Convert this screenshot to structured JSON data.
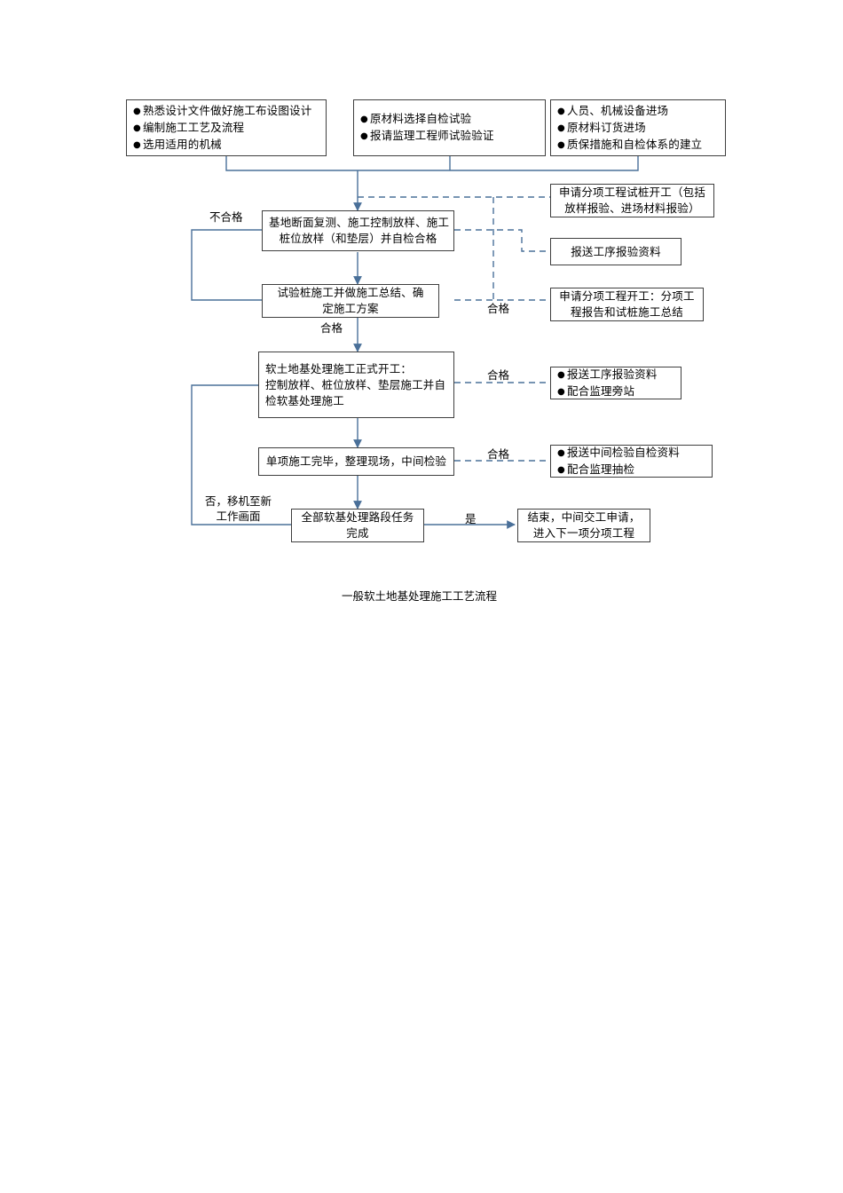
{
  "diagram": {
    "caption": "一般软土地基处理施工工艺流程",
    "colors": {
      "connector": "#4a7099",
      "box_border": "#3f3f3f",
      "text": "#000000",
      "background": "#ffffff"
    }
  },
  "nodes": {
    "prep_design": {
      "lines": [
        "熟悉设计文件做好施工布设图设计",
        "编制施工工艺及流程",
        "选用适用的机械"
      ]
    },
    "prep_material": {
      "lines": [
        "原材料选择自检试验",
        "报请监理工程师试验验证"
      ]
    },
    "prep_resource": {
      "lines": [
        "人员、机械设备进场",
        "原材料订货进场",
        "质保措施和自检体系的建立"
      ]
    },
    "survey": {
      "lines": [
        "基地断面复测、施工控制放样、施工",
        "桩位放样（和垫层）并自检合格"
      ]
    },
    "test_pile": {
      "lines": [
        "试验桩施工并做施工总结、确",
        "定施工方案"
      ]
    },
    "formal_start": {
      "lines": [
        "软土地基处理施工正式开工：",
        "控制放样、桩位放样、垫层施工并自",
        "检软基处理施工"
      ]
    },
    "single_done": {
      "lines": [
        "单项施工完毕，整理现场，中间检验"
      ]
    },
    "all_done": {
      "lines": [
        "全部软基处理路段任务",
        "完成"
      ]
    },
    "apply_test_pile": {
      "lines": [
        "申请分项工程试桩开工（包括",
        "放样报验、进场材料报验）"
      ]
    },
    "submit_process": {
      "lines": [
        "报送工序报验资料"
      ]
    },
    "apply_subitem": {
      "lines": [
        "申请分项工程开工：分项工",
        "程报告和试桩施工总结"
      ]
    },
    "report_process": {
      "lines": [
        "报送工序报验资料",
        "配合监理旁站"
      ]
    },
    "report_mid": {
      "lines": [
        "报送中间检验自检资料",
        "配合监理抽检"
      ]
    },
    "finish": {
      "lines": [
        "结束，中间交工申请，",
        "进入下一项分项工程"
      ]
    }
  },
  "edge_labels": {
    "unqualified": "不合格",
    "qualified_testpile": "合格",
    "qualified_down": "合格",
    "qualified_formal": "合格",
    "qualified_single": "合格",
    "no_move": [
      "否，移机至新",
      "工作画面"
    ],
    "yes": "是"
  }
}
